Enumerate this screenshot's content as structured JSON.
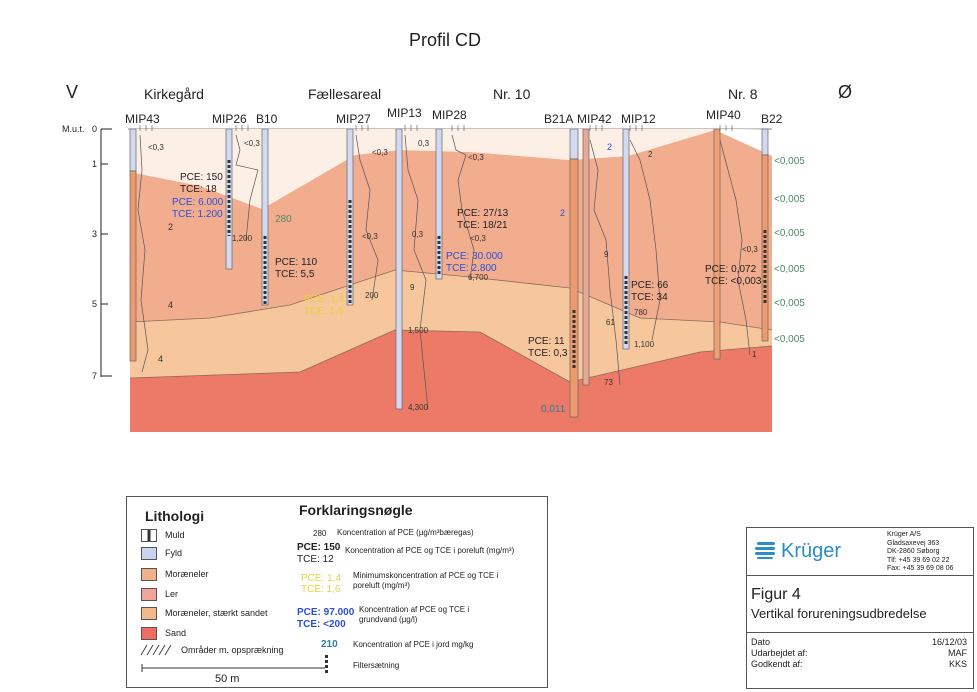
{
  "title": "Profil CD",
  "directions": {
    "west": "V",
    "east": "Ø"
  },
  "areas": [
    "Kirkegård",
    "Fællesareal",
    "Nr. 10",
    "Nr. 8"
  ],
  "wells": [
    "MIP43",
    "MIP26",
    "B10",
    "MIP27",
    "MIP13",
    "MIP28",
    "B21A",
    "MIP42",
    "MIP12",
    "MIP40",
    "B22"
  ],
  "depth_axis": {
    "label": "M.u.t.",
    "ticks": [
      "0",
      "1",
      "3",
      "5",
      "7"
    ]
  },
  "small_labels": {
    "l_mip43_03": "<0,3",
    "l_mip26_03": "<0,3",
    "l_mip27_03": "<0,3",
    "l_mip13_03": "0,3",
    "l_mip28_03": "<0,3",
    "l_mip43_2": "2",
    "l_mip43_4": "4",
    "l_mip43_4b": "4",
    "l_mip26_1200": "1,200",
    "l_b10_200": "200",
    "l_mip27_03b": "<0,3",
    "l_mip13_9": "9",
    "l_mip13_1500": "1,500",
    "l_mip13_4300": "4,300",
    "l_mip28_03b": "<0,3",
    "l_mip28_6700": "6,700",
    "l_mip42_2": "2",
    "l_mip42_9": "9",
    "l_mip42_61": "61",
    "l_mip42_73": "73",
    "l_mip12_2": "2",
    "l_mip12_780": "780",
    "l_mip12_1100": "1,100",
    "l_mip40_03": "<0,3",
    "l_mip40_1": "1",
    "l_b21a_2": "2"
  },
  "annotations": {
    "mip26_pce": "PCE: 150",
    "mip26_tce": "TCE: 18",
    "mip26_pce_gw": "PCE: 6.000",
    "mip26_tce_gw": "TCE: 1.200",
    "b10_280": "280",
    "b10_pce": "PCE: 110",
    "b10_tce": "TCE: 5,5",
    "mip27_pce_min": "PCE: 1,4",
    "mip27_tce_min": "TCE: 1,6",
    "mip28_pce": "PCE: 27/13",
    "mip28_tce": "TCE: 18/21",
    "mip28_pce_gw": "PCE: 30.000",
    "mip28_tce_gw": "TCE: 2.800",
    "b21a_pce": "PCE: 11",
    "b21a_tce": "TCE: 0,3",
    "b21a_soil": "0,011",
    "mip12_pce": "PCE: 66",
    "mip12_tce": "TCE: 34",
    "mip40_pce": "PCE: 0,072",
    "mip40_tce": "TCE: <0,003",
    "b22_v1": "<0,005",
    "b22_v2": "<0,005",
    "b22_v3": "<0,005",
    "b22_v4": "<0,005",
    "b22_v5": "<0,005",
    "b22_v6": "<0,005"
  },
  "legend": {
    "lithology_title": "Lithologi",
    "lithology": [
      "Muld",
      "Fyld",
      "Moræneler",
      "Ler",
      "Moræneler, stærkt sandet",
      "Sand"
    ],
    "lithology_colors": [
      "#555555",
      "#c9d3ee",
      "#f0b08a",
      "#f2a49a",
      "#f2b98a",
      "#ee6e60"
    ],
    "cracks_label": "Områder m. opsprækning",
    "scale_label": "50 m",
    "key_title": "Forklaringsnøgle",
    "key": [
      {
        "value1": "280",
        "value2": "",
        "text": "Koncentration af PCE (µg/m³bæregas)"
      },
      {
        "value1": "PCE: 150",
        "value2": "TCE: 12",
        "text": "Koncentration af PCE og TCE i poreluft (mg/m³)"
      },
      {
        "value1": "PCE: 1,4",
        "value2": "TCE: 1,6",
        "text": "Minimumskoncentration af PCE og TCE i poreluft (mg/m³)"
      },
      {
        "value1": "PCE: 97.000",
        "value2": "TCE: <200",
        "text": "Koncentration af PCE og TCE i grundvand (µg/l)"
      },
      {
        "value1": "210",
        "value2": "",
        "text": "Koncentration af PCE i jord mg/kg"
      },
      {
        "value1": "",
        "value2": "",
        "text": "Filtersætning"
      }
    ]
  },
  "info": {
    "company_logo": "Krüger",
    "address": [
      "Krüger A/S",
      "Gladsaxevej 363",
      "DK-2860 Søborg",
      "Tlf: +45 39 69 02 22",
      "Fax: +45 39 69 08 06"
    ],
    "figure": "Figur 4",
    "caption": "Vertikal forureningsudbredelse",
    "rows": [
      {
        "label": "Dato",
        "value": "16/12/03"
      },
      {
        "label": "Udarbejdet af:",
        "value": "MAF"
      },
      {
        "label": "Godkendt af:",
        "value": "KKS"
      }
    ]
  }
}
